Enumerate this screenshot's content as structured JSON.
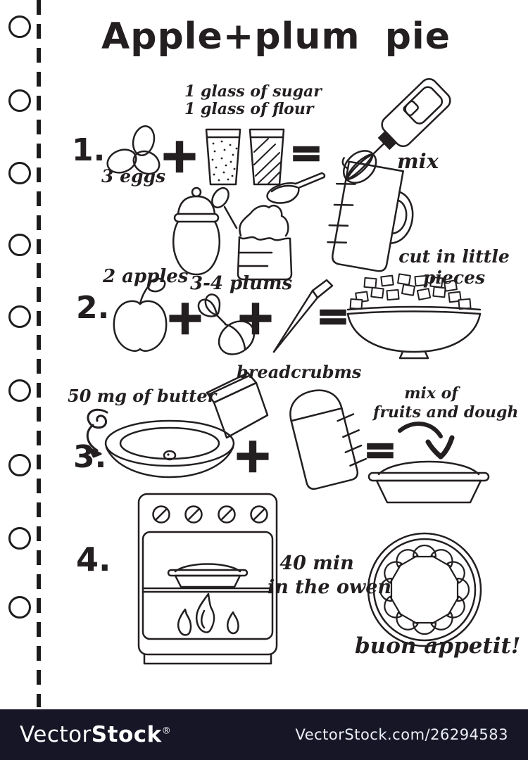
{
  "title": "Apple+plum pie",
  "step1": {
    "number": "1.",
    "eggs_label": "3 eggs",
    "sugar_label": "1 glass of sugar",
    "flour_label": "1 glass of flour",
    "plus": "+",
    "equals": "=",
    "mix_label": "mix"
  },
  "step2": {
    "number": "2.",
    "apples_label": "2 apples",
    "plums_label": "3-4 plums",
    "plus1": "+",
    "plus2": "+",
    "equals": "=",
    "result_line1": "cut in little",
    "result_line2": "pieces"
  },
  "step3": {
    "number": "3.",
    "butter_label": "50 mg of butter",
    "breadcrumbs_label": "breadcrubms",
    "plus": "+",
    "equals": "=",
    "result_line1": "mix of",
    "result_line2": "fruits and  dough"
  },
  "step4": {
    "number": "4.",
    "time_line1": "40 min",
    "time_line2": "in the owen",
    "closing_label": "buon appetit!"
  },
  "watermark": {
    "brand_light": "Vector",
    "brand_bold": "Stock",
    "registered": "®",
    "url": "VectorStock.com/26294583"
  },
  "colors": {
    "ink": "#231f20",
    "bar_bg": "#161627",
    "bar_text": "#ffffff"
  },
  "icons": {
    "eggs-icon": "three egg outlines",
    "sugar-glass-icon": "glass with dots",
    "flour-glass-icon": "glass with hatching",
    "mixer-icon": "hand mixer with whisk",
    "sugar-pot-icon": "sugar pot with spoon",
    "flour-jar-icon": "jar with flour heap",
    "scoop-icon": "scoop of flour",
    "measuring-cup-icon": "measuring cup",
    "apple-icon": "apple",
    "plum-icon": "plum with leaves",
    "knife-icon": "kitchen knife",
    "fruit-bowl-icon": "bowl with cut pieces",
    "curl-arrow-icon": "curly arrow",
    "butter-pan-icon": "pie pan with butter",
    "breadcrumbs-box-icon": "breadcrumbs box",
    "dough-cup-icon": "cup with dough",
    "pie-dish-icon": "assembled pie dish",
    "curved-arrow-icon": "curved arrow",
    "oven-icon": "oven with flames",
    "baked-pie-icon": "baked pie top view"
  }
}
